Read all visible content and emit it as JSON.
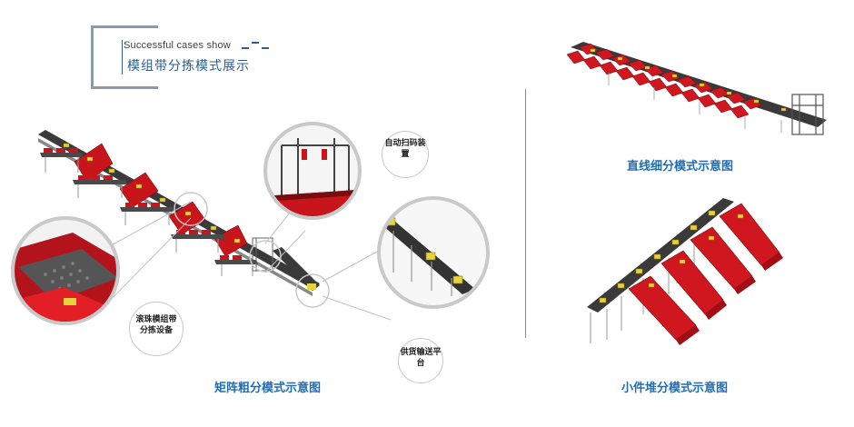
{
  "header": {
    "title_en": "Successful cases show",
    "title_cn": "模组带分拣模式展示"
  },
  "diagrams": {
    "matrix": {
      "caption": "矩阵粗分模式示意图"
    },
    "linear": {
      "caption": "直线细分模式示意图"
    },
    "stack": {
      "caption": "小件堆分模式示意图"
    }
  },
  "callouts": {
    "scanner": "自动扫码装置",
    "roller": "滚珠模组带分拣设备",
    "feeder": "供货输送平台"
  },
  "colors": {
    "accent_blue": "#1f6db3",
    "frame_gray": "#8e9aa8",
    "chute_red": "#c8141b",
    "conveyor_dark": "#3a3a3a",
    "package_yellow": "#e8d23a"
  }
}
